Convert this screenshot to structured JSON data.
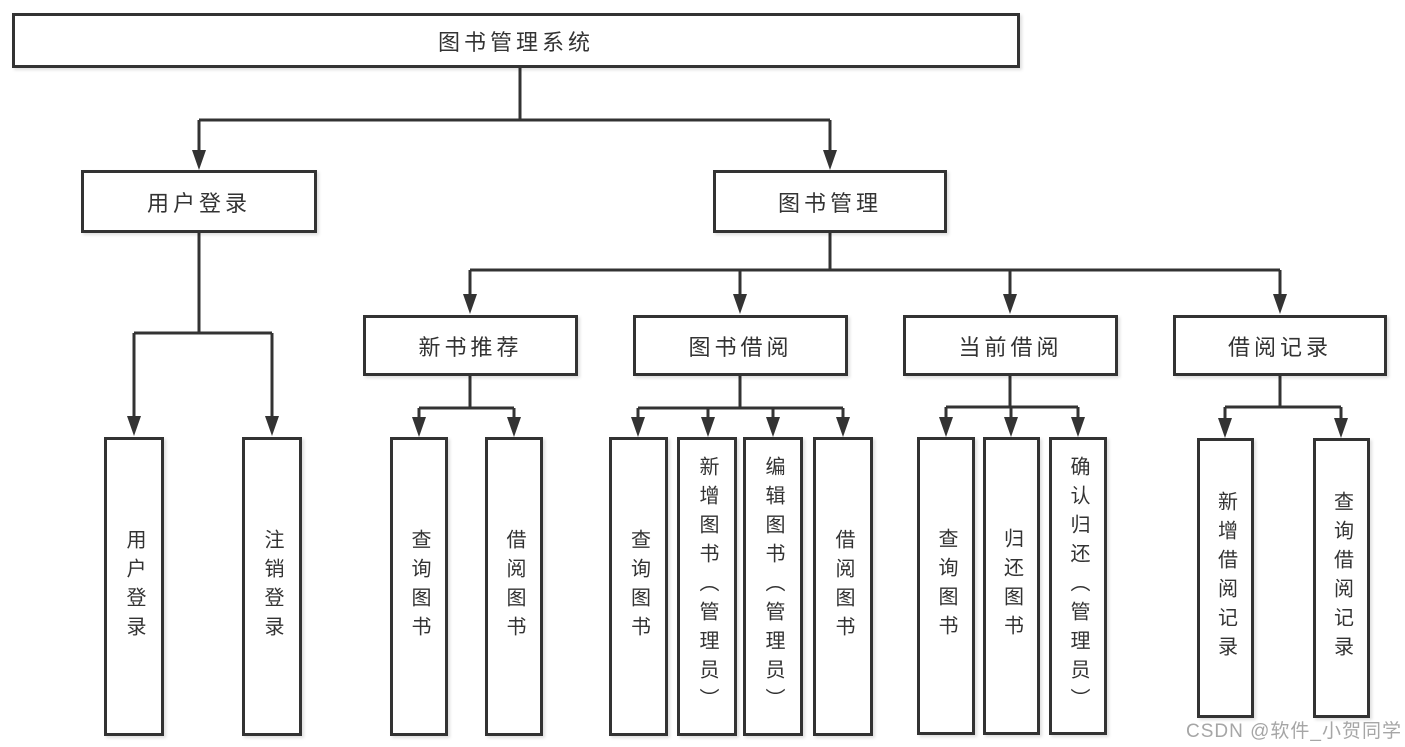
{
  "colors": {
    "line": "#333333",
    "text": "#333333",
    "watermark": "#a6a6a6",
    "background": "#ffffff"
  },
  "watermark": "CSDN @软件_小贺同学",
  "diagram": {
    "root": "图书管理系统",
    "level2": {
      "user_login": "用户登录",
      "book_mgmt": "图书管理"
    },
    "level3": {
      "new_books": "新书推荐",
      "borrowing": "图书借阅",
      "current": "当前借阅",
      "records": "借阅记录"
    },
    "leaves": {
      "user_login": [
        "用户登录",
        "注销登录"
      ],
      "new_books": [
        "查询图书",
        "借阅图书"
      ],
      "borrowing": [
        "查询图书",
        "新增图书（管理员）",
        "编辑图书（管理员）",
        "借阅图书"
      ],
      "current": [
        "查询图书",
        "归还图书",
        "确认归还（管理员）"
      ],
      "records": [
        "新增借阅记录",
        "查询借阅记录"
      ]
    }
  }
}
